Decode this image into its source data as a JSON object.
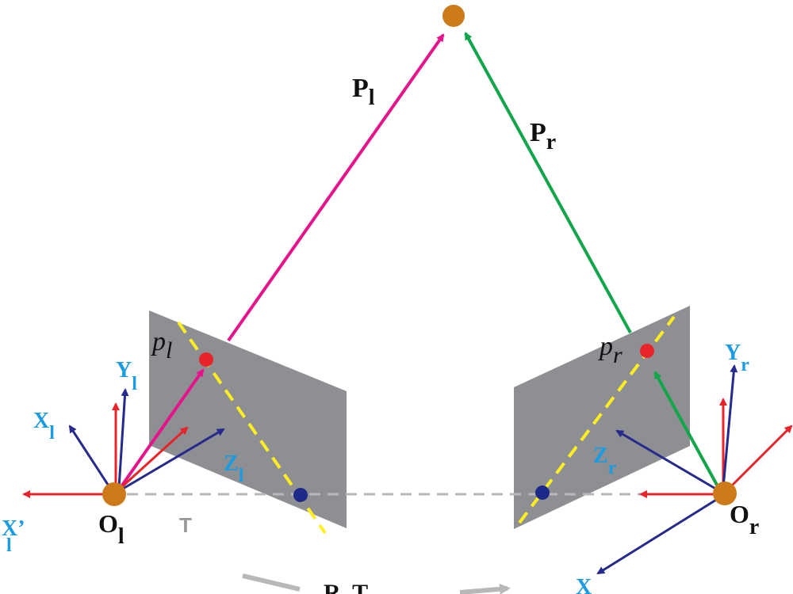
{
  "labels": {
    "P_left": {
      "main": "P",
      "sub": "l"
    },
    "P_right": {
      "main": "P",
      "sub": "r"
    },
    "p_left": {
      "main": "p",
      "sub": "l"
    },
    "p_right": {
      "main": "p",
      "sub": "r"
    },
    "O_left": {
      "main": "O",
      "sub": "l"
    },
    "O_right": {
      "main": "O",
      "sub": "r"
    },
    "X_left": {
      "main": "X",
      "sub": "l"
    },
    "X_left_prime": {
      "main": "X’",
      "sub": "l"
    },
    "Y_left": {
      "main": "Y",
      "sub": "l"
    },
    "Z_left": {
      "main": "Z",
      "sub": "l"
    },
    "Y_right": {
      "main": "Y",
      "sub": "r"
    },
    "Z_right": {
      "main": "Z",
      "sub": "r"
    },
    "X_right": {
      "main": "X"
    },
    "T": "T",
    "RT": "R, T"
  },
  "colors": {
    "plane": "#8e8f93",
    "magenta": "#e6148a",
    "green": "#12a54a",
    "navy": "#262a8c",
    "red": "#e8242a",
    "orange": "#cc7a1a",
    "yellow": "#ffee22",
    "cyan": "#1b9be0",
    "grey_line": "#b8b8b8",
    "blue_point": "#1e2a8a",
    "red_point": "#e8242a"
  }
}
